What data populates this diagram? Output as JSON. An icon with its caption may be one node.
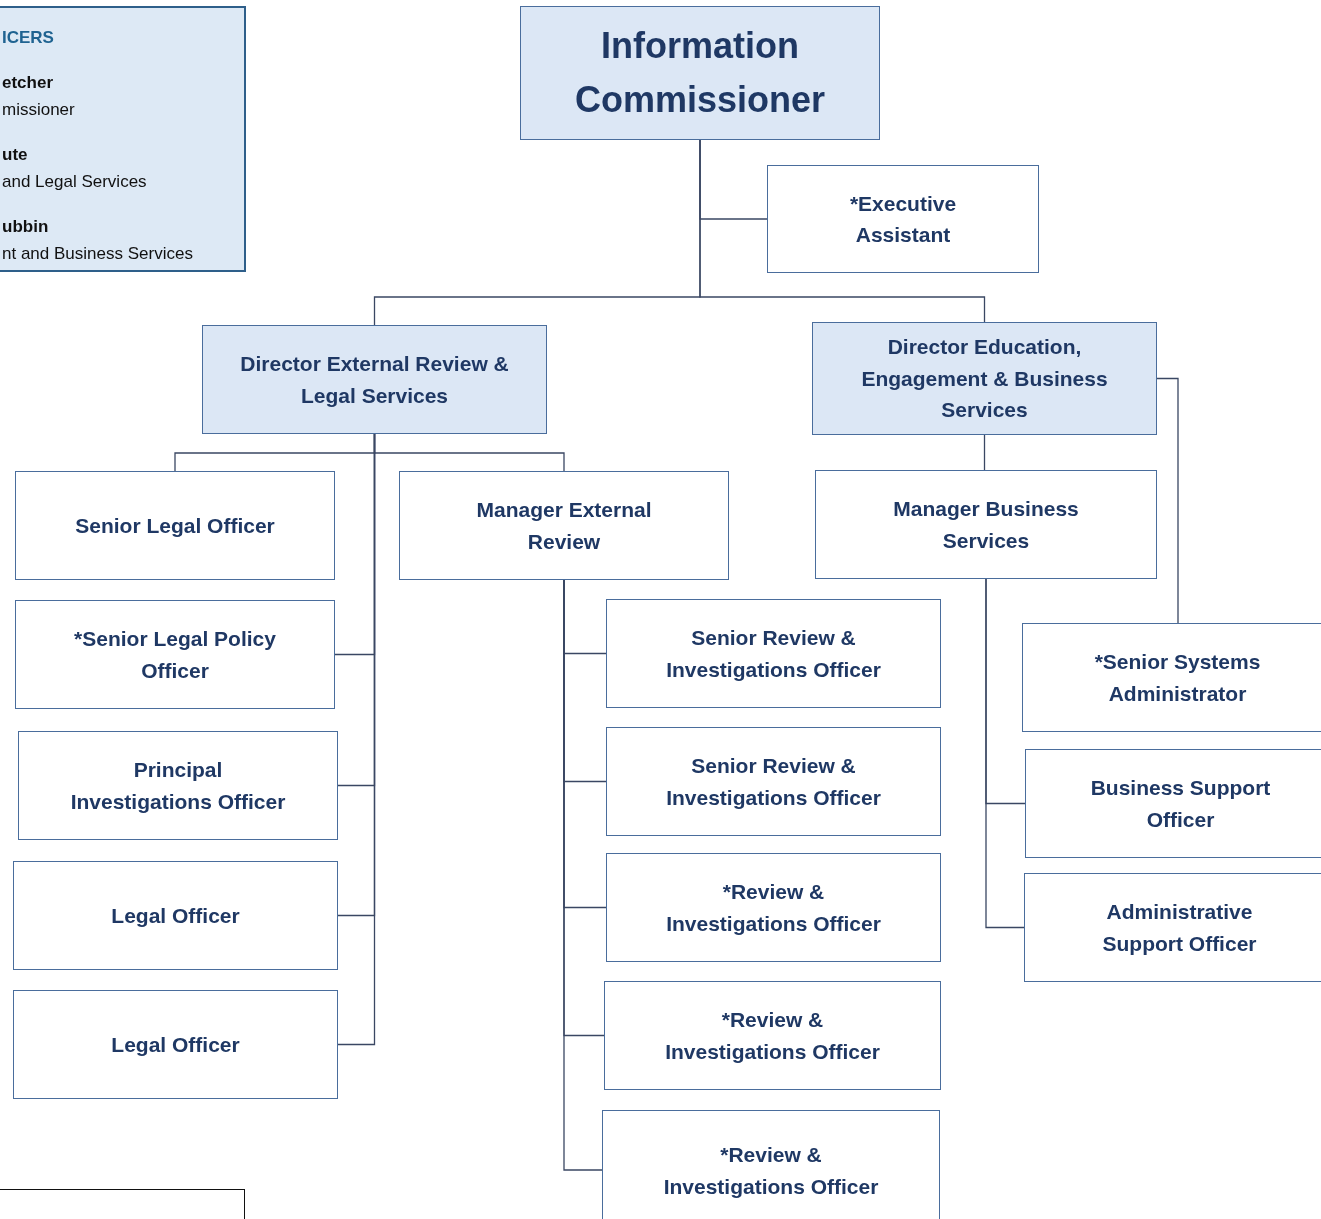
{
  "diagram": {
    "nodes": [
      {
        "text": [
          "ICERS",
          "etcher",
          "missioner",
          "ute",
          "and Legal Services",
          "ubbin",
          "nt and Business Services"
        ]
      },
      {
        "text": [
          "Information Commissioner"
        ]
      },
      {
        "text": [
          "*Executive Assistant"
        ]
      },
      {
        "text": [
          "Director External Review & Legal Services"
        ]
      },
      {
        "text": [
          "Director Education, Engagement & Business Services"
        ]
      },
      {
        "text": [
          "Senior Legal Officer"
        ]
      },
      {
        "text": [
          "*Senior Legal Policy Officer"
        ]
      },
      {
        "text": [
          "Principal Investigations Officer"
        ]
      },
      {
        "text": [
          "Legal Officer"
        ]
      },
      {
        "text": [
          "Legal Officer"
        ]
      },
      {
        "text": [
          "Manager External Review"
        ]
      },
      {
        "text": [
          "Manager Business Services"
        ]
      },
      {
        "text": [
          "Senior Review & Investigations Officer"
        ]
      },
      {
        "text": [
          "Senior Review & Investigations Officer"
        ]
      },
      {
        "text": [
          "*Review & Investigations Officer"
        ]
      },
      {
        "text": [
          "*Review & Investigations Officer"
        ]
      },
      {
        "text": [
          "*Review & Investigations Officer"
        ]
      },
      {
        "text": [
          "*Senior Systems Administrator"
        ]
      },
      {
        "text": [
          "Business Support Officer"
        ]
      },
      {
        "text": [
          "Administrative Support Officer"
        ]
      },
      {
        "text": [],
        "shape": "box"
      }
    ],
    "edges": [
      {
        "from": 1,
        "to": 2,
        "arrow": "none"
      },
      {
        "from": 1,
        "to": 3,
        "arrow": "none"
      },
      {
        "from": 1,
        "to": 4,
        "arrow": "none"
      },
      {
        "from": 3,
        "to": 5,
        "arrow": "none"
      },
      {
        "from": 3,
        "to": 10,
        "arrow": "none"
      },
      {
        "from": 3,
        "to": 6,
        "arrow": "none"
      },
      {
        "from": 3,
        "to": 7,
        "arrow": "none"
      },
      {
        "from": 3,
        "to": 8,
        "arrow": "none"
      },
      {
        "from": 3,
        "to": 9,
        "arrow": "none"
      },
      {
        "from": 4,
        "to": 11,
        "arrow": "none"
      },
      {
        "from": 4,
        "to": 17,
        "arrow": "none"
      },
      {
        "from": 11,
        "to": 18,
        "arrow": "none"
      },
      {
        "from": 11,
        "to": 19,
        "arrow": "none"
      },
      {
        "from": 10,
        "to": 12,
        "arrow": "none"
      },
      {
        "from": 10,
        "to": 13,
        "arrow": "none"
      },
      {
        "from": 10,
        "to": 14,
        "arrow": "none"
      },
      {
        "from": 10,
        "to": 15,
        "arrow": "none"
      },
      {
        "from": 10,
        "to": 16,
        "arrow": "none"
      }
    ]
  }
}
